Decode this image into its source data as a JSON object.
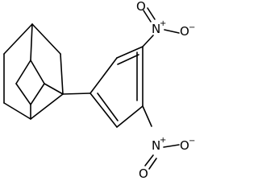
{
  "molecule": {
    "atoms": {
      "nitro_top_N": "N",
      "nitro_top_N_charge": "+",
      "nitro_top_O_double": "O",
      "nitro_top_O_single": "O",
      "nitro_top_O_charge": "−",
      "nitro_bottom_N": "N",
      "nitro_bottom_N_charge": "+",
      "nitro_bottom_O_double": "O",
      "nitro_bottom_O_single": "O",
      "nitro_bottom_O_charge": "−"
    }
  }
}
